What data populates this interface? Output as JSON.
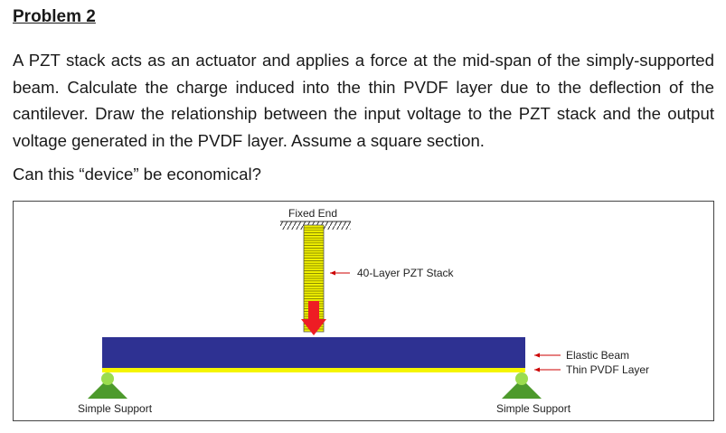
{
  "heading": "Problem 2",
  "paragraph": "A PZT stack acts as an actuator and applies a force at the mid-span of the simply-supported beam. Calculate the charge induced into the thin PVDF layer due to the deflection of the cantilever. Draw the relationship between the input voltage to the PZT stack and the output voltage generated in the PVDF layer. Assume a square section.",
  "question": "Can this “device” be economical?",
  "figure": {
    "fixed_end_label": "Fixed End",
    "stack_label": "40-Layer PZT Stack",
    "beam_label": "Elastic Beam",
    "pvdf_label": "Thin PVDF Layer",
    "left_support_label": "Simple Support",
    "right_support_label": "Simple Support",
    "colors": {
      "beam": "#2e3192",
      "pvdf_layer": "#f5f500",
      "stack_layers": "#f0f000",
      "force_arrow": "#ee1c24",
      "support": "#4d9a2c",
      "pin": "#9bdc4e"
    }
  }
}
